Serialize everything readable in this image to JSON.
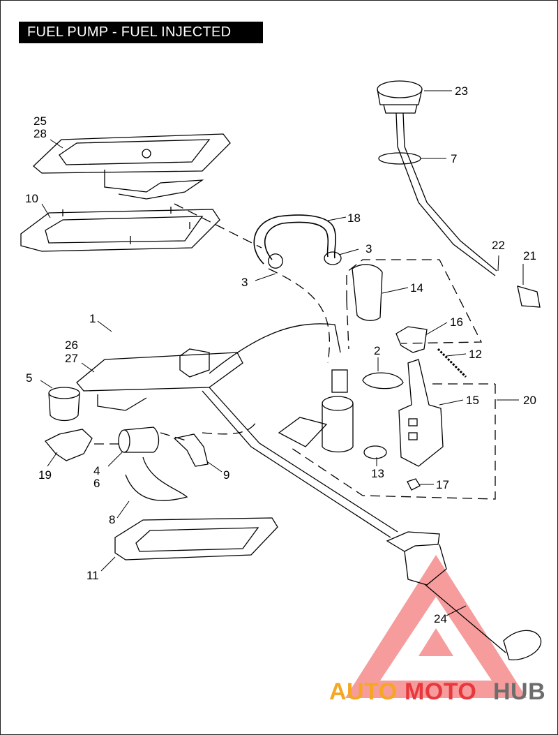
{
  "title": "FUEL PUMP - FUEL INJECTED",
  "callouts": {
    "c1": "1",
    "c2": "2",
    "c3a": "3",
    "c3b": "3",
    "c4": "4",
    "c5": "5",
    "c6": "6",
    "c7": "7",
    "c8": "8",
    "c9": "9",
    "c10": "10",
    "c11": "11",
    "c12": "12",
    "c13": "13",
    "c14": "14",
    "c15": "15",
    "c16": "16",
    "c17": "17",
    "c18": "18",
    "c19": "19",
    "c20": "20",
    "c21": "21",
    "c22": "22",
    "c23": "23",
    "c24": "24",
    "c25": "25",
    "c26": "26",
    "c27": "27",
    "c28": "28"
  },
  "watermark": {
    "part1": "AUTO",
    "part2": "MOTO",
    "part3": "HUB",
    "color1": "#f5a623",
    "color2": "#e8383d",
    "color3": "#6d6d6d"
  }
}
